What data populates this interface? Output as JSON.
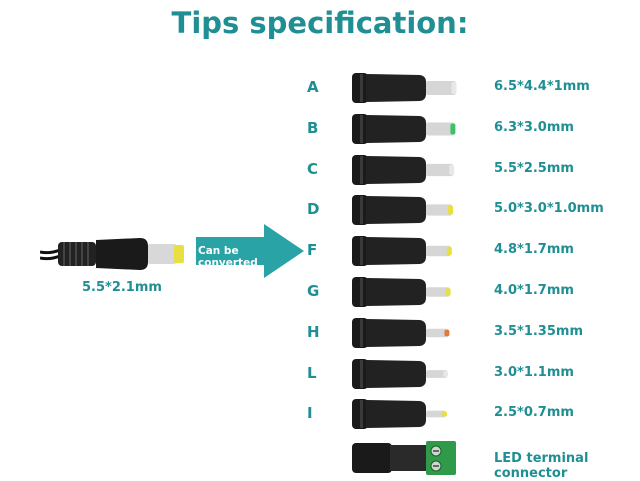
{
  "title": "Tips specification:",
  "source": {
    "label": "5.5*2.1mm"
  },
  "arrow_label": "Can be converted",
  "tips": [
    {
      "letter": "A",
      "size": "6.5*4.4*1mm",
      "tip_color": "#e8e8e8"
    },
    {
      "letter": "B",
      "size": "6.3*3.0mm",
      "tip_color": "#3ec16a"
    },
    {
      "letter": "C",
      "size": "5.5*2.5mm",
      "tip_color": "#e8e8e8"
    },
    {
      "letter": "D",
      "size": "5.0*3.0*1.0mm",
      "tip_color": "#e8df40"
    },
    {
      "letter": "F",
      "size": "4.8*1.7mm",
      "tip_color": "#e8df40"
    },
    {
      "letter": "G",
      "size": "4.0*1.7mm",
      "tip_color": "#e8df40"
    },
    {
      "letter": "H",
      "size": "3.5*1.35mm",
      "tip_color": "#e07a3a"
    },
    {
      "letter": "L",
      "size": "3.0*1.1mm",
      "tip_color": "#e8e8e8"
    },
    {
      "letter": "I",
      "size": "2.5*0.7mm",
      "tip_color": "#e8df40"
    }
  ],
  "led": {
    "line1": "LED  terminal",
    "line2": "connector"
  },
  "colors": {
    "accent": "#1f8f93",
    "arrow": "#2aa3a6"
  }
}
